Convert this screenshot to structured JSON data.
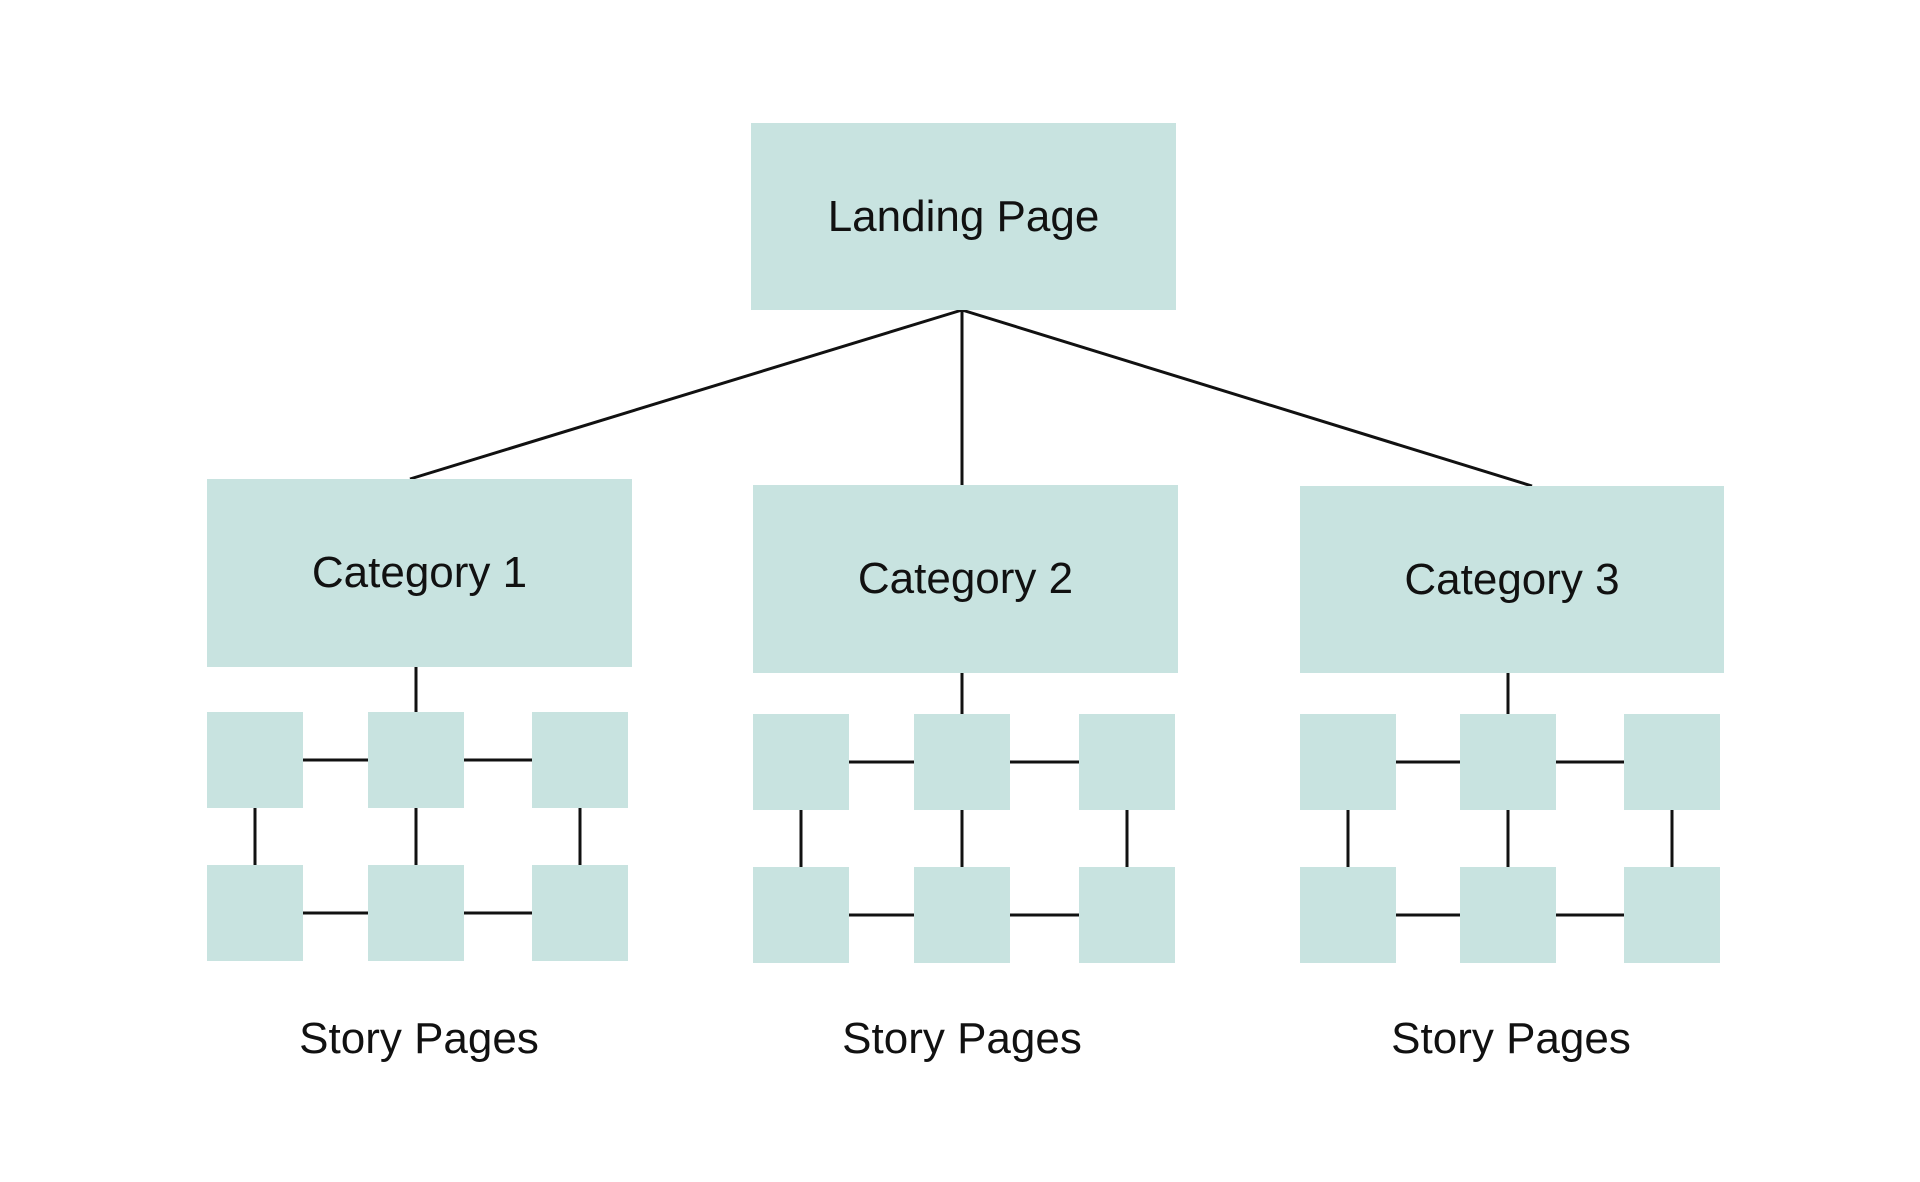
{
  "colors": {
    "box_fill": "#c8e3e0",
    "connector": "#111111",
    "text": "#111111",
    "background": "#ffffff"
  },
  "landing": {
    "label": "Landing Page"
  },
  "categories": [
    {
      "label": "Category 1",
      "caption": "Story Pages"
    },
    {
      "label": "Category 2",
      "caption": "Story Pages"
    },
    {
      "label": "Category 3",
      "caption": "Story Pages"
    }
  ]
}
